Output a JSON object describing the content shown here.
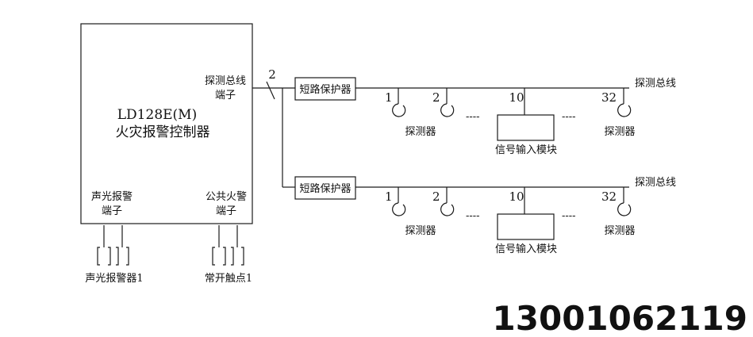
{
  "controller": {
    "model": "LD128E(M)",
    "name": "火灾报警控制器",
    "bus_terminal": [
      "探测总线",
      "端子"
    ],
    "sound_light_terminal": [
      "声光报警",
      "端子"
    ],
    "public_fire_terminal": [
      "公共火警",
      "端子"
    ]
  },
  "wire_count_label": "2",
  "loops": [
    {
      "protector_label": "短路保护器",
      "bus_label": "探测总线",
      "detector_first_number": "1",
      "detector_second_number": "2",
      "module_number": "10",
      "detector_last_number": "32",
      "detector_label": "探测器",
      "module_label": "信号输入模块"
    },
    {
      "protector_label": "短路保护器",
      "bus_label": "探测总线",
      "detector_first_number": "1",
      "detector_second_number": "2",
      "module_number": "10",
      "detector_last_number": "32",
      "detector_label": "探测器",
      "module_label": "信号输入模块"
    }
  ],
  "dash_symbol": "----",
  "outputs": {
    "sound_light_device": "声光报警器1",
    "normally_open_contact": "常开触点1"
  },
  "phone_number": "13001062119"
}
